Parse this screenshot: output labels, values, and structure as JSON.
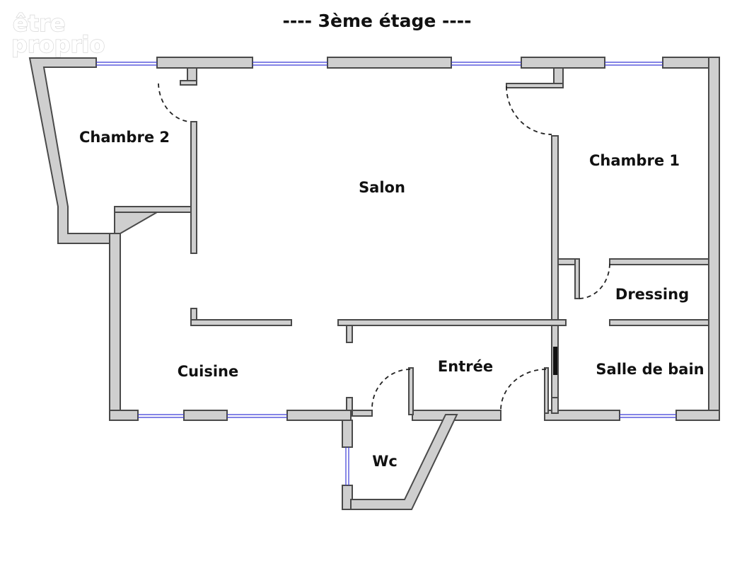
{
  "logo": {
    "line1": "être",
    "line2": "proprio"
  },
  "title": "---- 3ème étage ----",
  "rooms": {
    "chambre2": "Chambre 2",
    "salon": "Salon",
    "chambre1": "Chambre 1",
    "dressing": "Dressing",
    "cuisine": "Cuisine",
    "entree": "Entrée",
    "salle_de_bain": "Salle de bain",
    "wc": "Wc"
  }
}
